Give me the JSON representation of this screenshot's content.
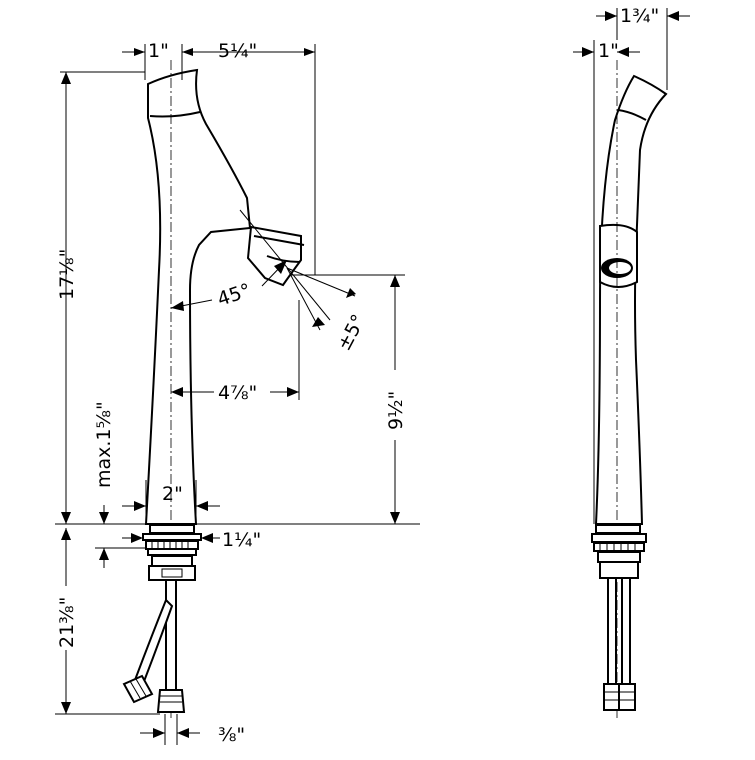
{
  "front_view": {
    "dim_spout_offset": "1\"",
    "dim_spout_reach": "5¼\"",
    "dim_total_height": "17⅛\"",
    "dim_spray_angle": "45°",
    "dim_angle_tolerance": "±5°",
    "dim_reach_low": "4⅞\"",
    "dim_outlet_height": "9½\"",
    "dim_max_thickness": "max.1⅝\"",
    "dim_base_diameter": "2\"",
    "dim_shank_thread": "1¼\"",
    "dim_hose_length": "21⅜\"",
    "dim_hose_connection": "⅜\""
  },
  "side_view": {
    "dim_head_depth": "1¾\"",
    "dim_offset": "1\""
  }
}
